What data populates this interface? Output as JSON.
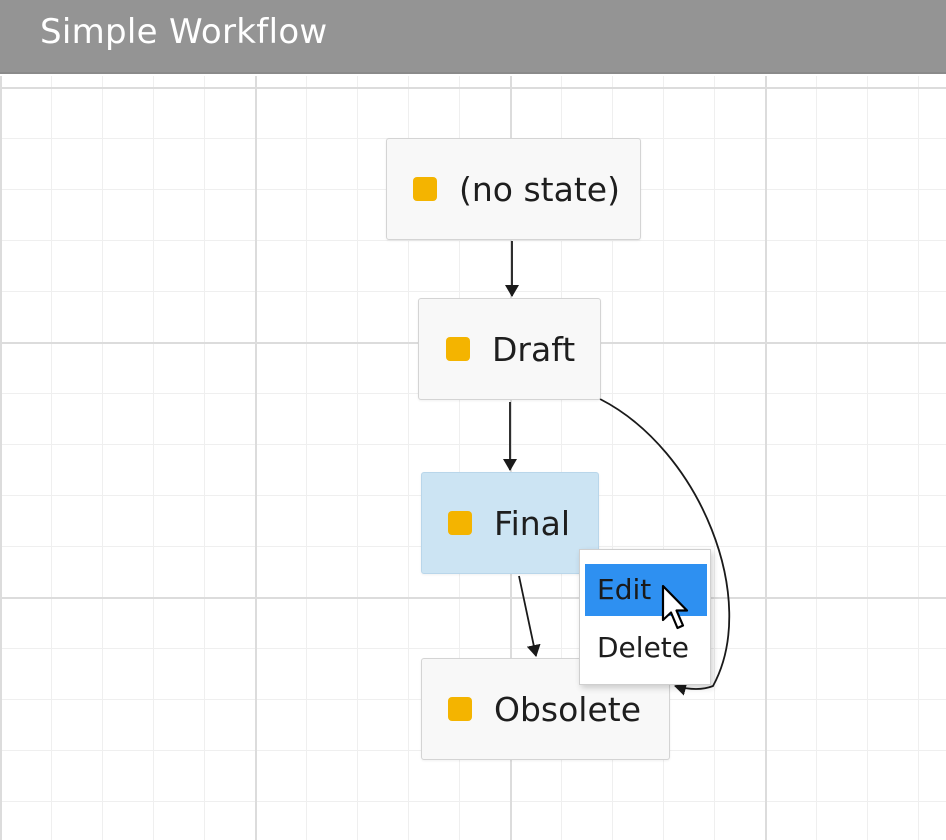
{
  "window": {
    "title": "Simple Workflow"
  },
  "states": [
    {
      "label": "(no state)",
      "selected": false
    },
    {
      "label": "Draft",
      "selected": false
    },
    {
      "label": "Final",
      "selected": true
    },
    {
      "label": "Obsolete",
      "selected": false
    }
  ],
  "transitions": [
    {
      "from": "(no state)",
      "to": "Draft"
    },
    {
      "from": "Draft",
      "to": "Final"
    },
    {
      "from": "Final",
      "to": "Obsolete"
    },
    {
      "from": "Draft",
      "to": "Obsolete"
    }
  ],
  "context_menu": {
    "items": [
      {
        "label": "Edit",
        "highlighted": true
      },
      {
        "label": "Delete",
        "highlighted": false
      }
    ]
  },
  "colors": {
    "title_bar": "#949494",
    "state_marker": "#f4b400",
    "selected_state": "#cce4f3",
    "menu_highlight": "#2e90f1"
  },
  "icons": {
    "state_marker": "square-marker-icon",
    "pointer": "mouse-pointer-icon"
  }
}
